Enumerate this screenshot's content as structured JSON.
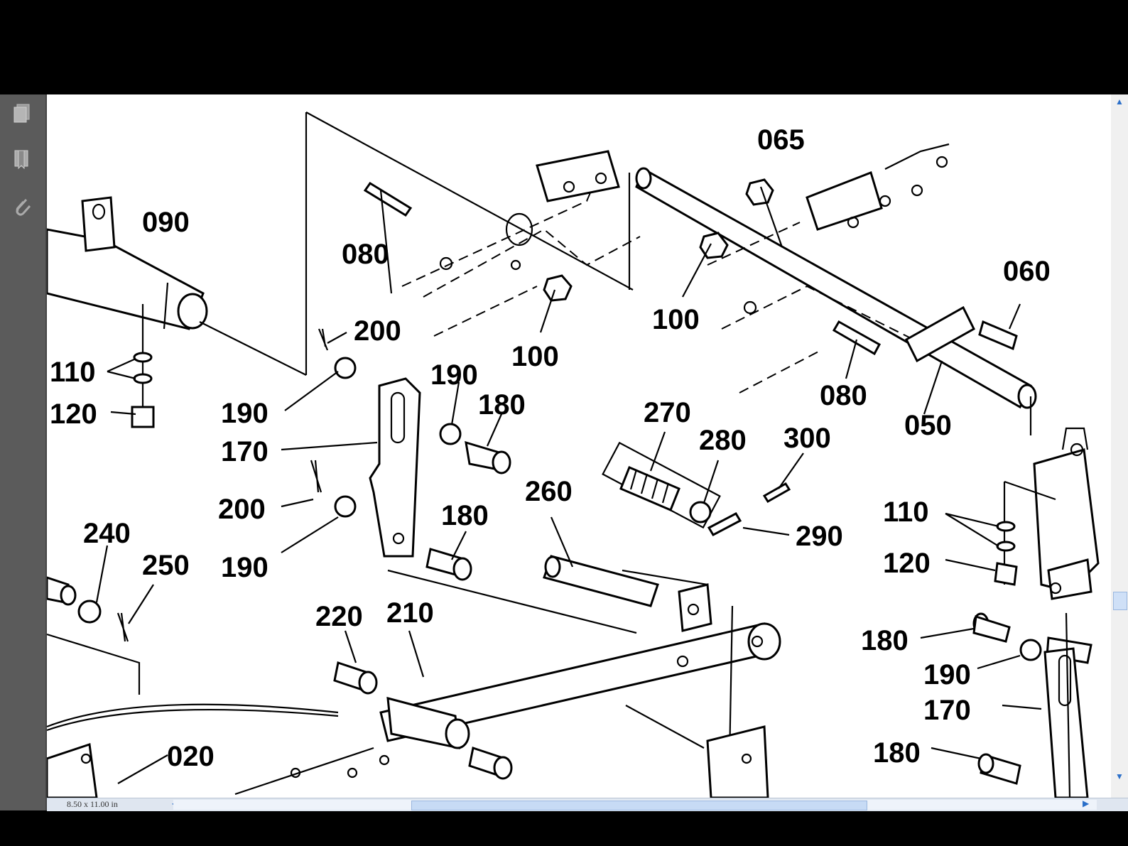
{
  "viewer": {
    "page_size": "8.50 x 11.00 in"
  },
  "sidebar": {
    "pages_icon": "pages-icon",
    "bookmarks_icon": "bookmarks-icon",
    "attachments_icon": "paperclip-icon"
  },
  "diagram": {
    "labels": {
      "l065": "065",
      "l090": "090",
      "l080a": "080",
      "l060": "060",
      "l100a": "100",
      "l100b": "100",
      "l200a": "200",
      "l110a": "110",
      "l190a": "190",
      "l190b": "190",
      "l180a": "180",
      "l120a": "120",
      "l080b": "080",
      "l050": "050",
      "l170a": "170",
      "l270": "270",
      "l280": "280",
      "l300": "300",
      "l260": "260",
      "l200b": "200",
      "l180b": "180",
      "l290": "290",
      "l110b": "110",
      "l240": "240",
      "l120b": "120",
      "l250": "250",
      "l190c": "190",
      "l220": "220",
      "l210": "210",
      "l180c": "180",
      "l190d": "190",
      "l170b": "170",
      "l020": "020",
      "l180d": "180"
    }
  }
}
